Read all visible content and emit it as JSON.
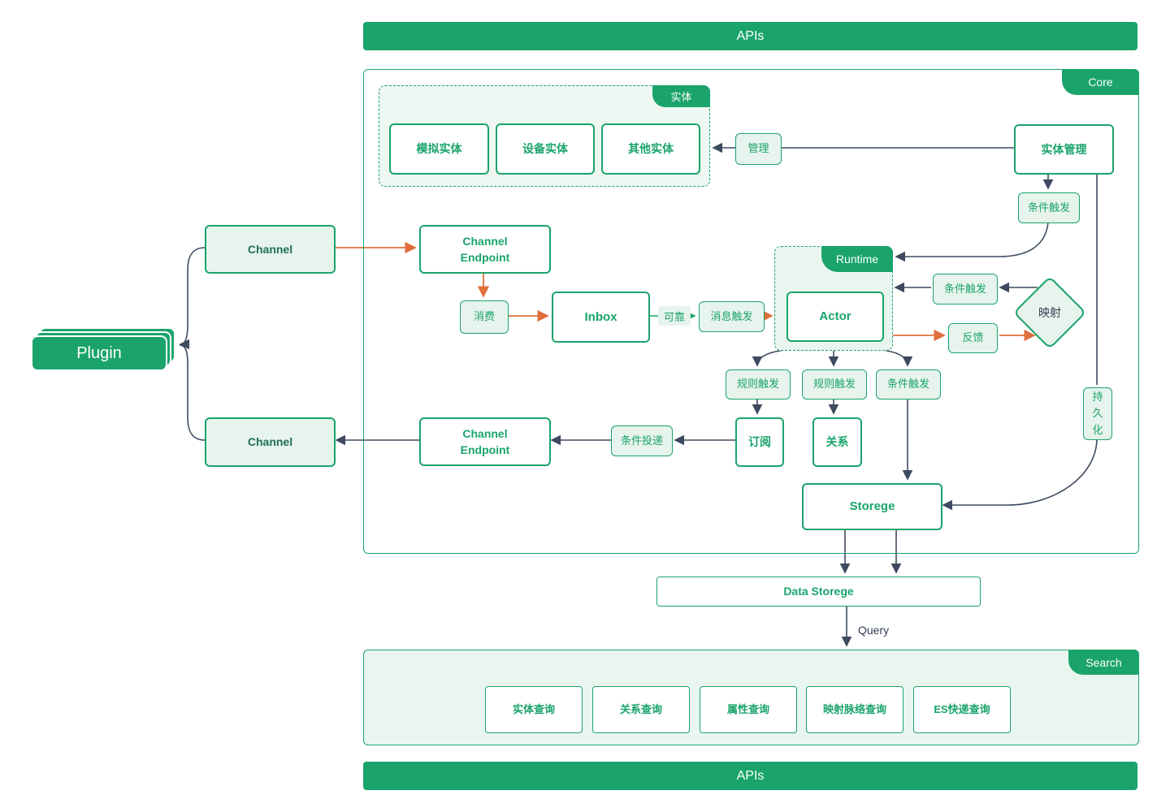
{
  "colors": {
    "green": "#1aa46b",
    "light_green": "#e7f3ed",
    "group_green": "#eef7f2",
    "orange": "#df6f3d",
    "dark_line": "#3d4a5f",
    "dark_green_text": "#1e7055",
    "dark_text": "#333e52"
  },
  "bars": {
    "apis": "APIs"
  },
  "sections": {
    "core_tag": "Core",
    "entity_tag": "实体",
    "runtime_tag": "Runtime",
    "search_tag": "Search"
  },
  "entity_boxes": [
    "模拟实体",
    "设备实体",
    "其他实体"
  ],
  "nodes": {
    "manage": "管理",
    "entity_mgmt": "实体管理",
    "cond_trigger": "条件触发",
    "channel": "Channel",
    "channel_endpoint": "Channel\nEndpoint",
    "plugin": "Plugin",
    "consume": "消费",
    "inbox": "Inbox",
    "reliable": "可靠",
    "msg_trigger": "消息触发",
    "actor": "Actor",
    "mapping": "映射",
    "feedback": "反馈",
    "rule_trigger": "规则触发",
    "subscribe": "订阅",
    "relation": "关系",
    "cond_delivery": "条件投递",
    "persist": "持\n久\n化",
    "storage": "Storege",
    "data_storage": "Data Storege",
    "query_label": "Query"
  },
  "search_boxes": [
    "实体查询",
    "关系查询",
    "属性查询",
    "映射脉络查询",
    "ES快递查询"
  ]
}
